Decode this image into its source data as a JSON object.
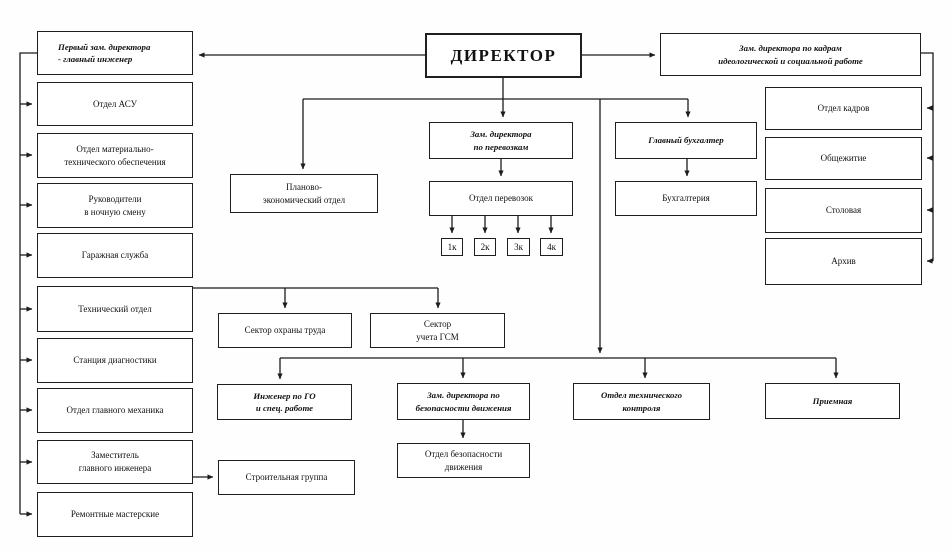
{
  "diagram": {
    "type": "organizational-chart",
    "language": "ru",
    "colors": {
      "background": "#fefefe",
      "line": "#1c1c1c",
      "box_border": "#1f1f1f",
      "box_fill": "#ffffff",
      "text": "#111111"
    },
    "nodes": {
      "director": {
        "label": "ДИРЕКТОР"
      },
      "first_deputy": {
        "label": "Первый зам. директора\n- главный инженер"
      },
      "asu": {
        "label": "Отдел АСУ"
      },
      "mat_tech": {
        "label": "Отдел материально-\nтехнического обеспечения"
      },
      "night_managers": {
        "label": "Руководители\nв ночную смену"
      },
      "garage": {
        "label": "Гаражная служба"
      },
      "tech_dept": {
        "label": "Технический отдел"
      },
      "diagnostics": {
        "label": "Станция диагностики"
      },
      "chief_mechanic": {
        "label": "Отдел главного механика"
      },
      "deputy_chief_eng": {
        "label": "Заместитель\nглавного инженера"
      },
      "repair_shops": {
        "label": "Ремонтные мастерские"
      },
      "build_group": {
        "label": "Строительная группа"
      },
      "plan_econ": {
        "label": "Планово-\nэкономический отдел"
      },
      "dep_transport": {
        "label": "Зам. директора\nпо перевозкам"
      },
      "transport_dept": {
        "label": "Отдел перевозок"
      },
      "k1": {
        "label": "1к"
      },
      "k2": {
        "label": "2к"
      },
      "k3": {
        "label": "3к"
      },
      "k4": {
        "label": "4к"
      },
      "chief_acc": {
        "label": "Главный бухгалтер"
      },
      "accounting": {
        "label": "Бухгалтерия"
      },
      "hr_deputy": {
        "label": "Зам. директора по кадрам\nидеологической и социальной работе"
      },
      "hr_dept": {
        "label": "Отдел кадров"
      },
      "dormitory": {
        "label": "Общежитие"
      },
      "canteen": {
        "label": "Столовая"
      },
      "archive": {
        "label": "Архив"
      },
      "sector_labor": {
        "label": "Сектор охраны труда"
      },
      "sector_gsm": {
        "label": "Сектор\nучета ГСМ"
      },
      "eng_go": {
        "label": "Инженер по ГО\nи спец. работе"
      },
      "dep_safety": {
        "label": "Зам. директора по\nбезопасности движения"
      },
      "safety_dept": {
        "label": "Отдел безопасности\nдвижения"
      },
      "tech_control": {
        "label": "Отдел технического\nконтроля"
      },
      "reception": {
        "label": "Приемная"
      }
    }
  }
}
